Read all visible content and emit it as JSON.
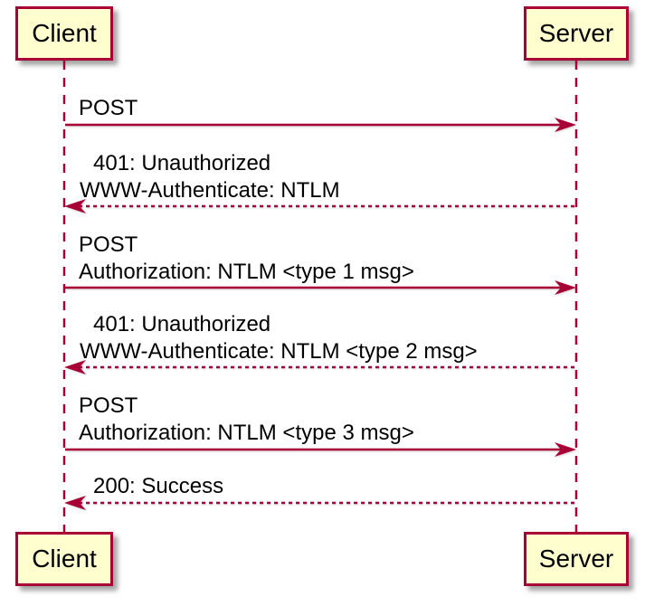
{
  "diagram_type": "sequence",
  "participants": [
    {
      "name": "Client"
    },
    {
      "name": "Server"
    }
  ],
  "messages": [
    {
      "from": "Client",
      "to": "Server",
      "line_style": "solid",
      "direction": "right",
      "lines": [
        "POST"
      ]
    },
    {
      "from": "Server",
      "to": "Client",
      "line_style": "dotted",
      "direction": "left",
      "lines": [
        "401: Unauthorized",
        "WWW-Authenticate: NTLM"
      ]
    },
    {
      "from": "Client",
      "to": "Server",
      "line_style": "solid",
      "direction": "right",
      "lines": [
        "POST",
        "Authorization: NTLM <type 1 msg>"
      ]
    },
    {
      "from": "Server",
      "to": "Client",
      "line_style": "dotted",
      "direction": "left",
      "lines": [
        "401: Unauthorized",
        "WWW-Authenticate: NTLM <type 2 msg>"
      ]
    },
    {
      "from": "Client",
      "to": "Server",
      "line_style": "solid",
      "direction": "right",
      "lines": [
        "POST",
        "Authorization: NTLM <type 3 msg>"
      ]
    },
    {
      "from": "Server",
      "to": "Client",
      "line_style": "dotted",
      "direction": "left",
      "lines": [
        "200: Success"
      ]
    }
  ],
  "colors": {
    "accent": "#A80036",
    "participant_fill": "#FEFECE",
    "text": "#000000",
    "background": "#FFFFFF"
  }
}
